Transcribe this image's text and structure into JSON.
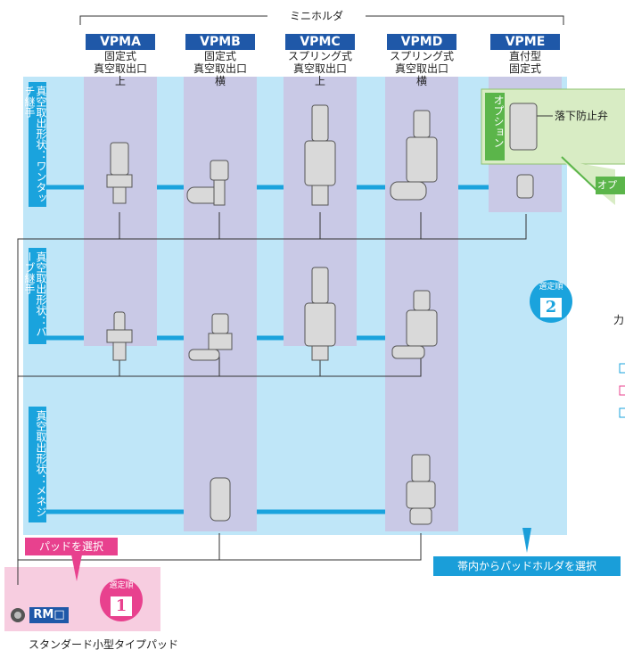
{
  "header": {
    "group_label": "ミニホルダ"
  },
  "columns": [
    {
      "code": "VPMA",
      "line1": "固定式",
      "line2": "真空取出口",
      "line3": "上"
    },
    {
      "code": "VPMB",
      "line1": "固定式",
      "line2": "真空取出口",
      "line3": "横"
    },
    {
      "code": "VPMC",
      "line1": "スプリング式",
      "line2": "真空取出口",
      "line3": "上"
    },
    {
      "code": "VPMD",
      "line1": "スプリング式",
      "line2": "真空取出口",
      "line3": "横"
    },
    {
      "code": "VPME",
      "line1": "直付型",
      "line2": "固定式",
      "line3": ""
    }
  ],
  "rows": [
    {
      "label": "真空取出形状：ワンタッチ継手"
    },
    {
      "label": "真空取出形状：バーブ継手"
    },
    {
      "label": "真空取出形状：メネジ"
    }
  ],
  "option": {
    "label": "オプション",
    "valve_label": "落下防止弁",
    "right_tag": "オプ"
  },
  "step2": {
    "title": "選定順",
    "number": "2",
    "side_glyph": "力"
  },
  "step1": {
    "title": "選定順",
    "number": "1"
  },
  "tags": {
    "select_pad": "パッドを選択",
    "select_holder": "帯内からパッドホルダを選択"
  },
  "pad": {
    "code": "RM□",
    "caption": "スタンダード小型タイプパッド"
  },
  "colors": {
    "band": "#bfe6f8",
    "column": "#c9c9e6",
    "badge": "#1f58a8",
    "accent_blue": "#1aa3dd",
    "pink": "#e8418e",
    "green": "#5bb54a"
  }
}
